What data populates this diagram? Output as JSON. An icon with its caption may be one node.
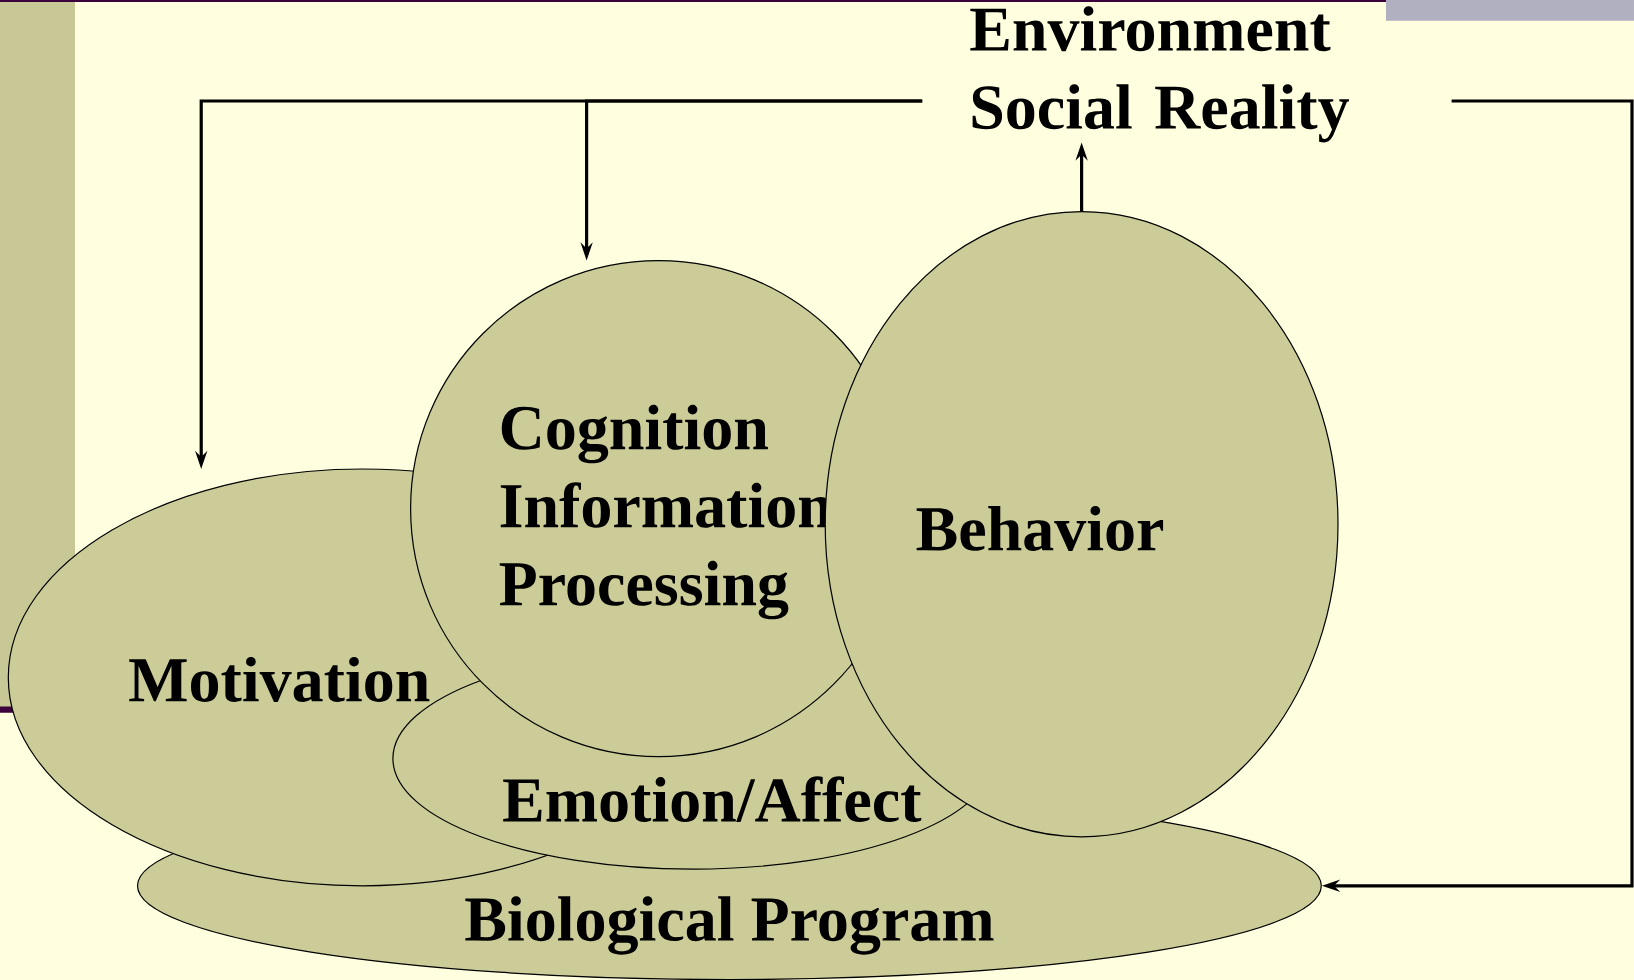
{
  "diagram": {
    "nodes": [
      {
        "text": [
          "Environment Social Reality"
        ]
      },
      {
        "text": [
          "Cognition Information Processing"
        ]
      },
      {
        "text": [
          "Behavior"
        ]
      },
      {
        "text": [
          "Motivation"
        ]
      },
      {
        "text": [
          "Emotion/Affect"
        ]
      },
      {
        "text": [
          "Biological Program"
        ]
      }
    ],
    "edges": [
      {
        "from": 0,
        "to": 3,
        "arrow": "to"
      },
      {
        "from": 0,
        "to": 1,
        "arrow": "to"
      },
      {
        "from": 2,
        "to": 0,
        "arrow": "to"
      },
      {
        "from": 0,
        "to": 5,
        "arrow": "to"
      }
    ]
  }
}
